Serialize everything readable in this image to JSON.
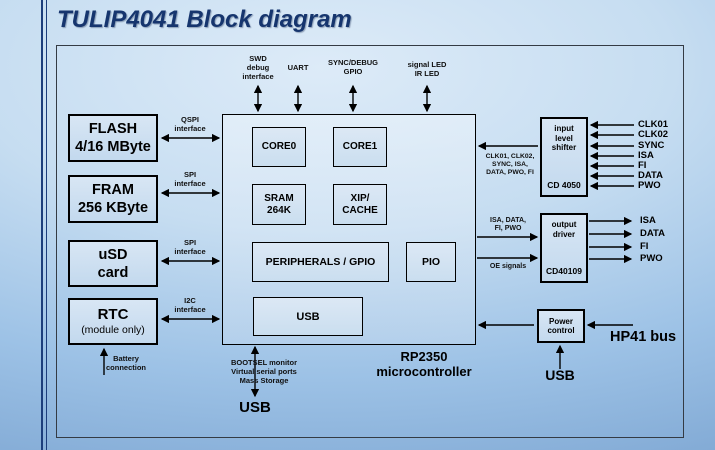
{
  "title": "TULIP4041 Block diagram",
  "colors": {
    "title_text": "#16356e",
    "accent_line": "#1c3e7c",
    "background_top": "#ddebf8",
    "background_edge": "#82aad5",
    "box_fill": "#cfe0f1",
    "box_border": "#000000"
  },
  "left_column": {
    "blocks": [
      {
        "line1": "FLASH",
        "line2": "4/16 MByte"
      },
      {
        "line1": "FRAM",
        "line2": "256 KByte"
      },
      {
        "line1": "uSD",
        "line2": "card"
      },
      {
        "line1": "RTC",
        "line2": "(module only)"
      }
    ],
    "buses": [
      {
        "line1": "QSPI",
        "line2": "interface"
      },
      {
        "line1": "SPI",
        "line2": "interface"
      },
      {
        "line1": "SPI",
        "line2": "interface"
      },
      {
        "line1": "I2C",
        "line2": "interface"
      }
    ],
    "battery": {
      "line1": "Battery",
      "line2": "connection"
    }
  },
  "top_ports": [
    {
      "l1": "SWD",
      "l2": "debug",
      "l3": "interface"
    },
    {
      "l1": "UART"
    },
    {
      "l1": "SYNC/DEBUG",
      "l2": "GPIO"
    },
    {
      "l1": "signal LED",
      "l2": "IR LED"
    }
  ],
  "mcu": {
    "core0": "CORE0",
    "core1": "CORE1",
    "sram_l1": "SRAM",
    "sram_l2": "264K",
    "xip_l1": "XIP/",
    "xip_l2": "CACHE",
    "peripherals": "PERIPHERALS / GPIO",
    "pio": "PIO",
    "usb": "USB",
    "name_l1": "RP2350",
    "name_l2": "microcontroller"
  },
  "bottom": {
    "bootsel_l1": "BOOTSEL monitor",
    "bootsel_l2": "Virtual serial ports",
    "bootsel_l3": "Mass Storage",
    "usb": "USB"
  },
  "right_column": {
    "input_shifter": {
      "l1": "input",
      "l2": "level",
      "l3": "shifter",
      "part": "CD 4050"
    },
    "input_bus": {
      "l1": "CLK01, CLK02,",
      "l2": "SYNC, ISA,",
      "l3": "DATA, PWO, FI"
    },
    "input_signals": [
      "CLK01",
      "CLK02",
      "SYNC",
      "ISA",
      "FI",
      "DATA",
      "PWO"
    ],
    "output_driver": {
      "l1": "output",
      "l2": "driver",
      "part": "CD40109"
    },
    "output_bus": {
      "l1": "ISA, DATA,",
      "l2": "FI, PWO"
    },
    "oe_label": "OE signals",
    "output_signals": [
      "ISA",
      "DATA",
      "FI",
      "PWO"
    ],
    "power": {
      "l1": "Power",
      "l2": "control"
    },
    "hp41": "HP41 bus",
    "usb": "USB"
  }
}
